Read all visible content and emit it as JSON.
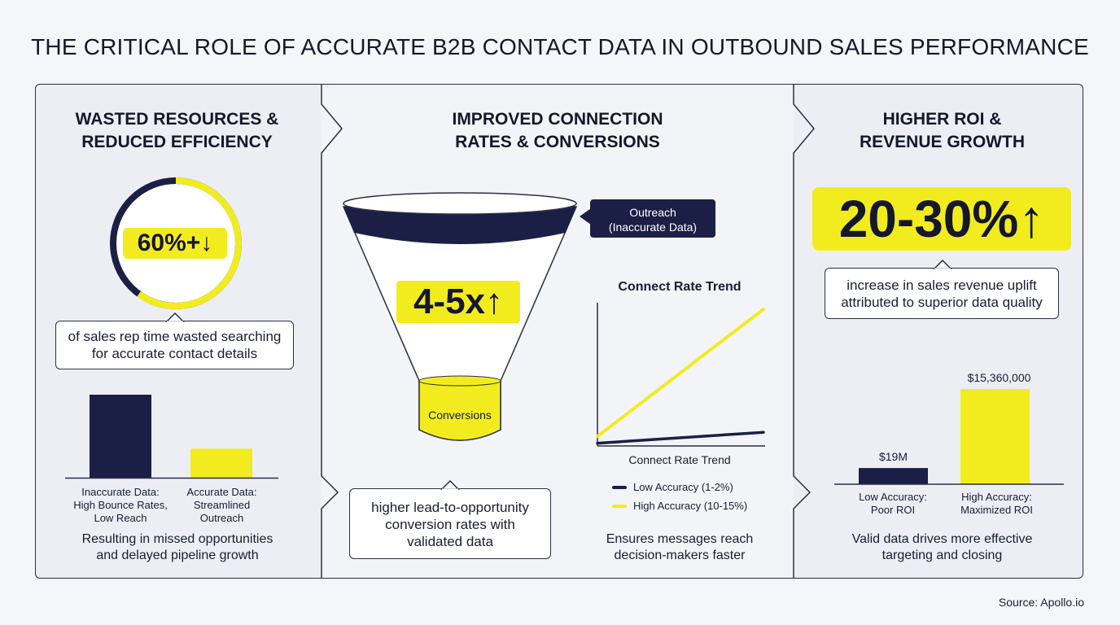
{
  "title": "THE CRITICAL ROLE OF ACCURATE B2B CONTACT DATA IN OUTBOUND SALES PERFORMANCE",
  "colors": {
    "navy": "#1c1f45",
    "yellow": "#f2ec1f",
    "border": "#2b2e45"
  },
  "panel1": {
    "title_line1": "WASTED RESOURCES &",
    "title_line2": "REDUCED EFFICIENCY",
    "donut_value": "60%+↓",
    "donut_yellow_fraction": 0.6,
    "callout_line1": "of sales rep time wasted searching",
    "callout_line2": "for accurate contact details",
    "bars": [
      {
        "label_line1": "Inaccurate Data:",
        "label_line2": "High Bounce Rates,",
        "label_line3": "Low Reach",
        "color": "#1c1f45",
        "value": 1.0
      },
      {
        "label_line1": "Accurate Data:",
        "label_line2": "Streamlined",
        "label_line3": "Outreach",
        "color": "#f2ec1f",
        "value": 0.35
      }
    ],
    "caption_line1": "Resulting in missed opportunities",
    "caption_line2": "and delayed pipeline growth"
  },
  "panel2": {
    "title_line1": "IMPROVED CONNECTION",
    "title_line2": "RATES & CONVERSIONS",
    "funnel_value": "4-5x↑",
    "funnel_bottom_label": "Conversions",
    "outreach_line1": "Outreach",
    "outreach_line2": "(Inaccurate Data)",
    "callout_line1": "higher lead-to-opportunity",
    "callout_line2": "conversion rates with",
    "callout_line3": "validated data",
    "caption_line1": "Ensures messages reach",
    "caption_line2": "decision-makers faster"
  },
  "chart_data": {
    "type": "line",
    "title": "Connect Rate Trend",
    "xlabel": "Connect Rate Trend",
    "ylabel": "",
    "x": [
      0,
      1
    ],
    "ylim": [
      0,
      1
    ],
    "series": [
      {
        "name": "Low Accuracy (1-2%)",
        "color": "#1c1f45",
        "values": [
          0.02,
          0.1
        ]
      },
      {
        "name": "High Accuracy (10-15%)",
        "color": "#f2ec1f",
        "values": [
          0.07,
          1.0
        ]
      }
    ],
    "legend": "bottom",
    "grid": false
  },
  "panel3": {
    "title_line1": "HIGHER ROI &",
    "title_line2": "REVENUE GROWTH",
    "big_value": "20-30%↑",
    "callout_line1": "increase in sales revenue uplift",
    "callout_line2": "attributed to superior data quality",
    "bars": [
      {
        "value_label": "$19M",
        "label_line1": "Low Accuracy:",
        "label_line2": "Poor ROI",
        "color": "#1c1f45",
        "value": 0.17
      },
      {
        "value_label": "$15,360,000",
        "label_line1": "High Accuracy:",
        "label_line2": "Maximized ROI",
        "color": "#f2ec1f",
        "value": 1.0
      }
    ],
    "caption_line1": "Valid data drives more effective",
    "caption_line2": "targeting and closing"
  },
  "source": "Source: Apollo.io"
}
